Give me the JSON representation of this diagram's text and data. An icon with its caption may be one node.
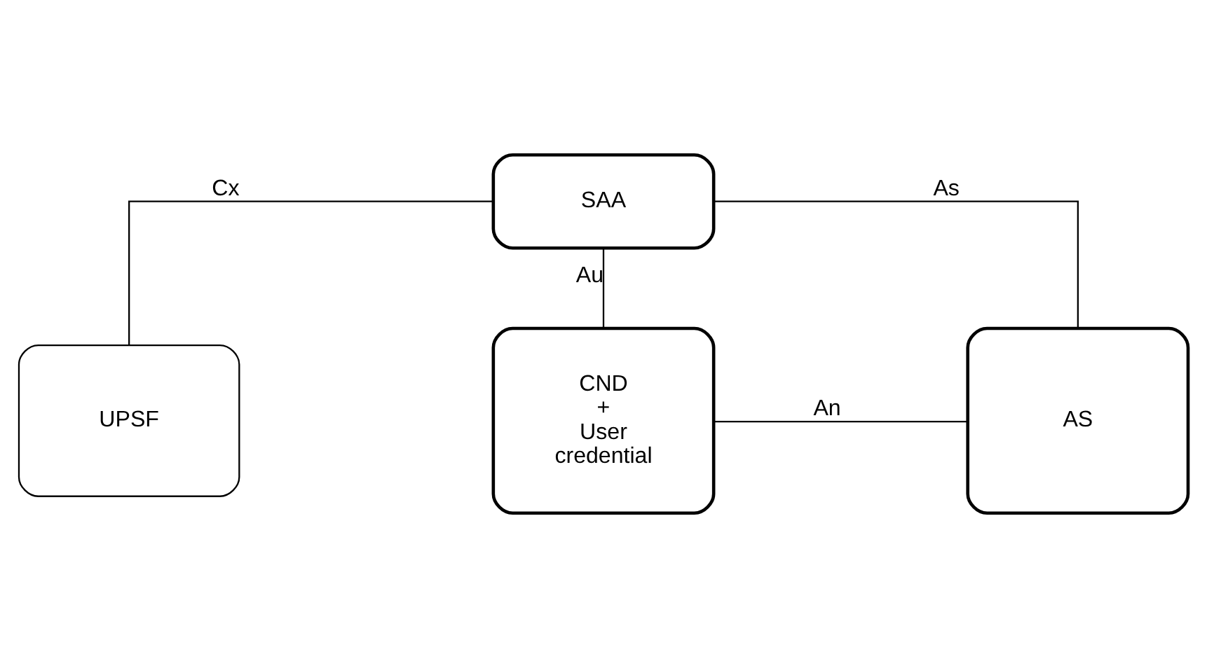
{
  "diagram": {
    "nodes": [
      {
        "text": [
          "SAA"
        ]
      },
      {
        "text": [
          "UPSF"
        ]
      },
      {
        "text": [
          "CND + User credential"
        ]
      },
      {
        "text": [
          "AS"
        ]
      }
    ],
    "edges": [
      {
        "from": 0,
        "to": 2,
        "arrow": "none",
        "label": "Au"
      },
      {
        "from": 0,
        "to": 3,
        "arrow": "none",
        "label": "As"
      },
      {
        "from": 0,
        "to": 1,
        "arrow": "none",
        "label": "Cx"
      },
      {
        "from": 2,
        "to": 3,
        "arrow": "none",
        "label": "An"
      }
    ]
  }
}
